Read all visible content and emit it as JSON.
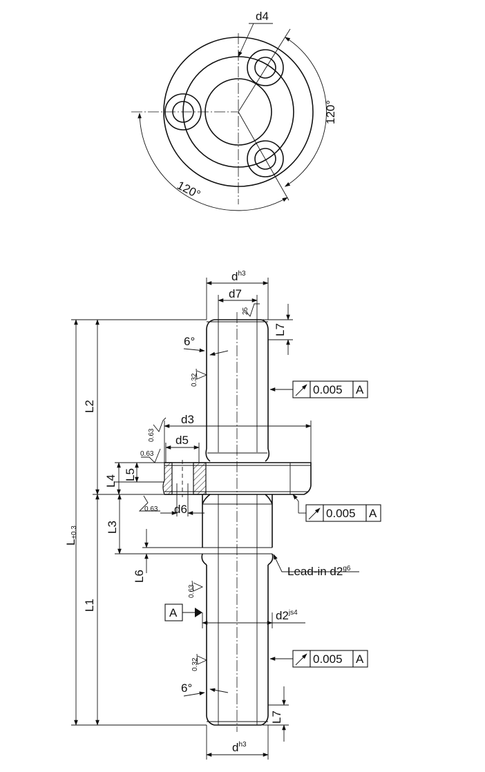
{
  "top_view": {
    "d4_label": "d4",
    "angle_right": "120°",
    "angle_left": "120°"
  },
  "side_view": {
    "d_top": {
      "base": "d",
      "sup": "h3"
    },
    "d7": "d7",
    "rough_25": "25",
    "L7_top": "L7",
    "angle_6_top": "6°",
    "rough_032_top": "0.32",
    "runout_top": {
      "value": "0.005",
      "datum": "A"
    },
    "rough_063_a": "0.63",
    "d3": "d3",
    "rough_063_b": "0.63",
    "d5": "d5",
    "L4": "L4",
    "L5": "L5",
    "rough_063_c": "0.63",
    "d6": "d6",
    "runout_mid": {
      "value": "0.005",
      "datum": "A"
    },
    "L_total": {
      "base": "L",
      "sub": "±0.3"
    },
    "L2": "L2",
    "L3": "L3",
    "L6": "L6",
    "lead_in": {
      "base": "Lead-in d2",
      "sup": "g6"
    },
    "L1": "L1",
    "rough_063_d": "0.63",
    "datum_A": "A",
    "d2": {
      "base": "d2",
      "sup": "js4"
    },
    "rough_032_bottom": "0.32",
    "runout_bottom": {
      "value": "0.005",
      "datum": "A"
    },
    "angle_6_bottom": "6°",
    "L7_bottom": "L7",
    "d_bottom": {
      "base": "d",
      "sup": "h3"
    }
  }
}
